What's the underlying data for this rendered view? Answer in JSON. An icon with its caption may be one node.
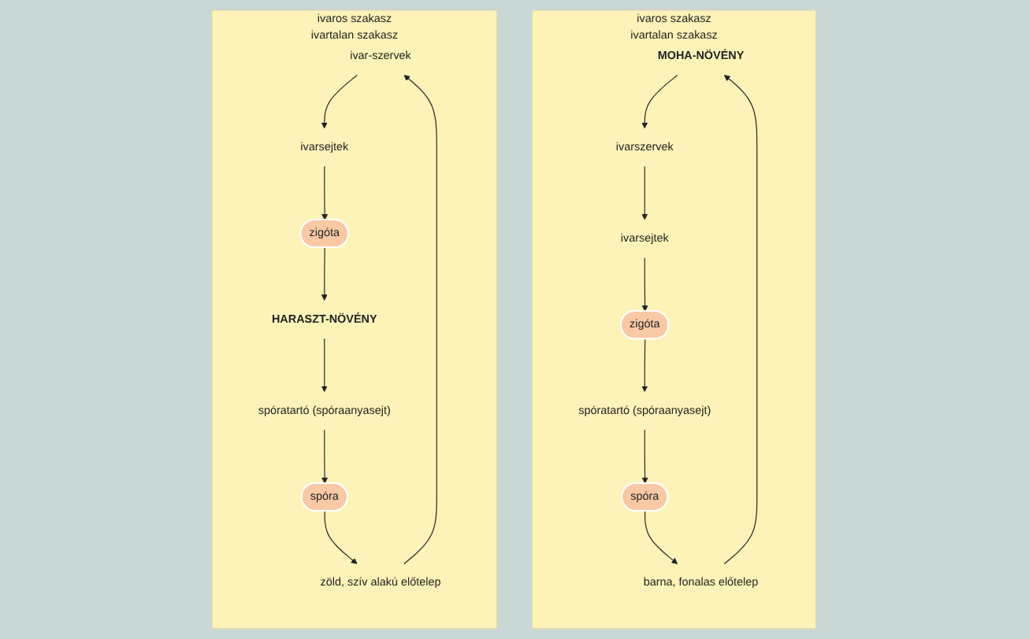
{
  "diagram": {
    "nodes": [
      {
        "text": [
          "ivaros szakasz",
          "ivartalan szakasz"
        ]
      },
      {
        "text": [
          "MOHA-NÖVÉNY"
        ],
        "in": 0
      },
      {
        "text": [
          "ivarszervek"
        ],
        "in": 0
      },
      {
        "text": [
          "ivarsejtek"
        ],
        "in": 0
      },
      {
        "text": [
          "zigóta"
        ],
        "in": 0
      },
      {
        "text": [
          "spóratartó (spóraanyasejt)"
        ],
        "in": 0
      },
      {
        "text": [
          "spóra"
        ],
        "in": 0
      },
      {
        "text": [
          "barna, fonalas előtelep"
        ],
        "in": 0
      },
      {
        "text": [
          "ivaros szakasz",
          "ivartalan szakasz"
        ]
      },
      {
        "text": [
          "ivar-szervek"
        ],
        "in": 8
      },
      {
        "text": [
          "ivarsejtek"
        ],
        "in": 8
      },
      {
        "text": [
          "zigóta"
        ],
        "in": 8
      },
      {
        "text": [
          "HARASZT-NÖVÉNY"
        ],
        "in": 8
      },
      {
        "text": [
          "spóratartó (spóraanyasejt)"
        ],
        "in": 8
      },
      {
        "text": [
          "spóra"
        ],
        "in": 8
      },
      {
        "text": [
          "zöld, szív alakú előtelep"
        ],
        "in": 8
      }
    ],
    "edges": [
      {
        "from": 7,
        "to": 1,
        "arrow": "to"
      },
      {
        "from": 1,
        "to": 2,
        "arrow": "to"
      },
      {
        "from": 2,
        "to": 3,
        "arrow": "to"
      },
      {
        "from": 3,
        "to": 4,
        "arrow": "to"
      },
      {
        "from": 4,
        "to": 5,
        "arrow": "to"
      },
      {
        "from": 5,
        "to": 6,
        "arrow": "to"
      },
      {
        "from": 6,
        "to": 7,
        "arrow": "to"
      },
      {
        "from": 15,
        "to": 9,
        "arrow": "to"
      },
      {
        "from": 9,
        "to": 10,
        "arrow": "to"
      },
      {
        "from": 10,
        "to": 11,
        "arrow": "to"
      },
      {
        "from": 11,
        "to": 12,
        "arrow": "to"
      },
      {
        "from": 12,
        "to": 13,
        "arrow": "to"
      },
      {
        "from": 13,
        "to": 14,
        "arrow": "to"
      },
      {
        "from": 14,
        "to": 15,
        "arrow": "to"
      }
    ]
  }
}
